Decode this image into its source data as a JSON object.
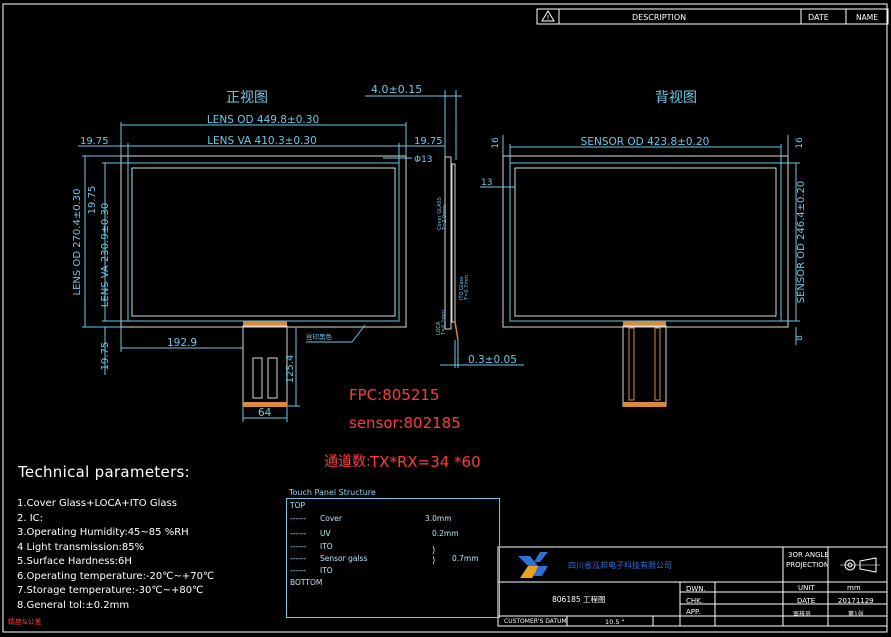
{
  "title_block": {
    "header_description": "DESCRIPTION",
    "header_date": "DATE",
    "header_name": "NAME",
    "company": "四川省泓邦电子科技有限公司",
    "projection_line1": "3OR ANGLE",
    "projection_line2": "PROJECTION",
    "unit_label": "UNIT",
    "unit_value": "mm",
    "drw_label": "DWN.",
    "chk_label": "CHK.",
    "date_label": "DATE",
    "date_value": "20171129",
    "app_label": "APP.",
    "part_name": "806185 工程图",
    "customer_datum_label": "CUSTOMER'S DATUM",
    "size": "10.5 \"",
    "approved_by": "审核员",
    "sheet": "第1张",
    "tolerance_label": "精度&公差"
  },
  "front_view": {
    "title": "正视图",
    "lens_od": "LENS OD 449.8±0.30",
    "lens_va": "LENS VA 410.3±0.30",
    "margin_left": "19.75",
    "margin_right": "19.75",
    "hole_dim": "Φ13",
    "lens_od_height": "LENS OD 270.4±0.30",
    "lens_va_height": "LENS VA 230.9±0.30",
    "margin_top": "19.75",
    "margin_bottom": "19.75",
    "fpc_offset": "192.9",
    "fpc_length": "125.4",
    "fpc_width": "64",
    "silkscreen_note": "丝印黑色"
  },
  "side_view": {
    "thickness": "4.0±0.15",
    "cover_glass": "Cover GLASS",
    "cover_thickness": "T=3.0mm",
    "ito_glass": "ITO Glass",
    "ito_thickness": "T=0.7mm",
    "loca": "LOCA",
    "loca_thickness": "T=0.2mm",
    "fpc_thickness": "0.3±0.05"
  },
  "back_view": {
    "title": "背视图",
    "sensor_od": "SENSOR OD 423.8±0.20",
    "sensor_od_height": "SENSOR OD 246.4±0.20",
    "dim_top_left": "16",
    "dim_top_right": "16",
    "dim_13": "13",
    "dim_bottom": "8"
  },
  "notes": {
    "fpc": "FPC:805215",
    "sensor": "sensor:802185",
    "channels_label": "通道数:",
    "channels": "TX*RX=34 *60"
  },
  "technical": {
    "title": "Technical parameters:",
    "items": [
      "1.Cover Glass+LOCA+ITO Glass",
      "2. IC:",
      "3.Operating Humidity:45~85 %RH",
      "4 Light transmission:85%",
      "5.Surface Hardness:6H",
      "6.Operating temperature:-20℃~+70℃",
      "7.Storage temperature:-30℃~+80℃",
      "8.General tol:±0.2mm"
    ]
  },
  "structure": {
    "title": "Touch Panel Structure",
    "top": "TOP",
    "bottom": "BOTTOM",
    "rows": [
      {
        "prefix": "------",
        "name": "Cover",
        "value": "3.0mm"
      },
      {
        "prefix": "------",
        "name": "UV",
        "value": "0.2mm"
      },
      {
        "prefix": "------",
        "name": "ITO",
        "value": ""
      },
      {
        "prefix": "------",
        "name": "Sensor galss",
        "value": "0.7mm"
      },
      {
        "prefix": "------",
        "name": "ITO",
        "value": ""
      }
    ]
  },
  "colors": {
    "cyan": "#6cc7e6",
    "red": "#ff3b3b",
    "white": "#ffffff",
    "orange": "#d98a3a",
    "glass_outline": "#d8d8d8"
  }
}
